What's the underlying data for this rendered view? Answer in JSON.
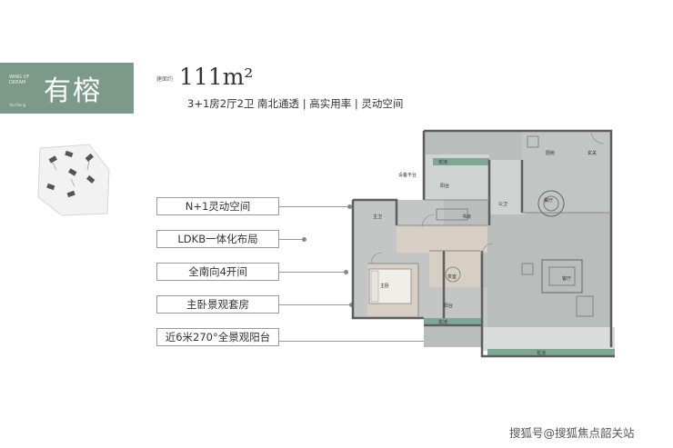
{
  "brand": {
    "small_text": "WING OF DREAM",
    "tiny_text": "You Rong",
    "title": "有榕"
  },
  "area": {
    "label": "建面约",
    "value": "111m²"
  },
  "subtitle": "3+1房2厅2卫  南北通透 | 高实用率 | 灵动空间",
  "features": [
    {
      "label": "N+1灵动空间"
    },
    {
      "label": "LDKB一体化布局"
    },
    {
      "label": "全南向4开间"
    },
    {
      "label": "主卧景观套房"
    },
    {
      "label": "近6米270°全景观阳台"
    }
  ],
  "rooms": {
    "flower_top": "花池",
    "equipment": "设备平台",
    "balcony_top": "阳台",
    "public_bath": "公卫",
    "kitchen": "厨房",
    "entrance": "玄关",
    "master_bath": "主卫",
    "study": "书房",
    "dining": "餐厅",
    "tea": "茶室",
    "living": "客厅",
    "master_bed": "主卧",
    "balcony_bottom": "阳台",
    "flower_bottom": "花池",
    "flower_right": "花池"
  },
  "watermark": "搜狐号@搜狐焦点韶关站",
  "colors": {
    "brand_green": "#7b9a89",
    "plan_floor": "#b9bdbb",
    "wood_floor": "#d8cfc4",
    "wall": "#6f6f6f"
  }
}
